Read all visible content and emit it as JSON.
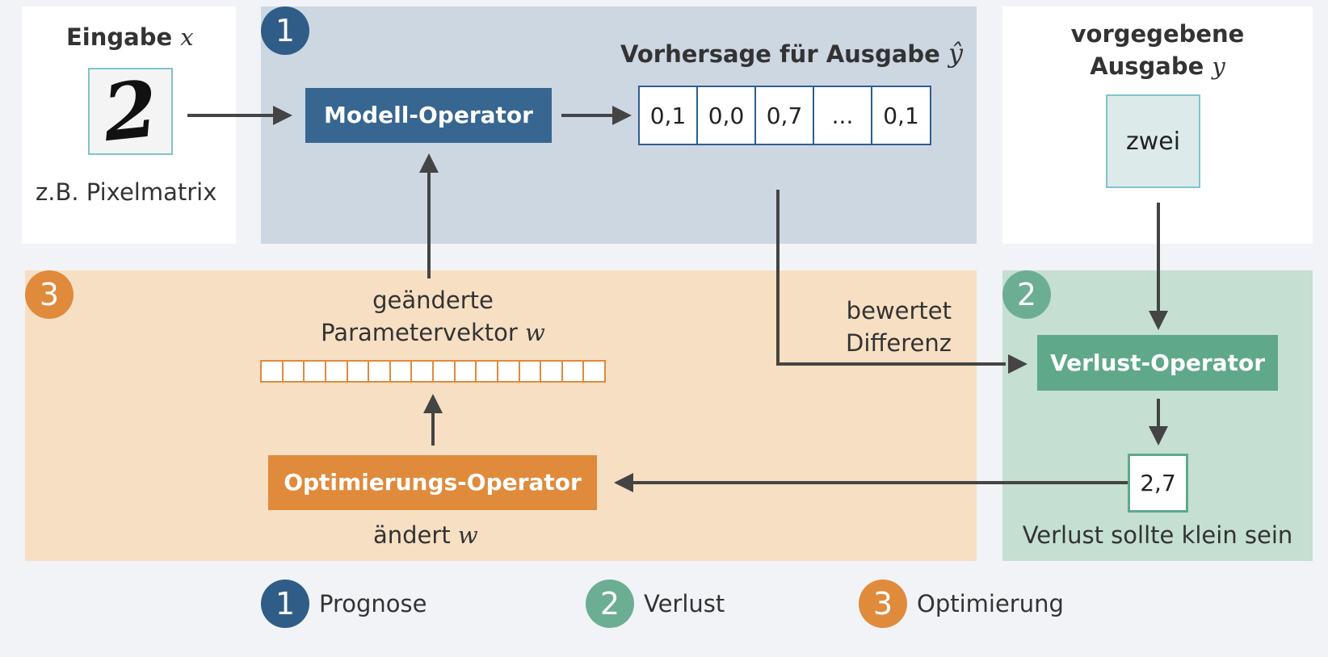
{
  "input": {
    "title": "Eingabe",
    "var": "x",
    "caption": "z.B. Pixelmatrix",
    "digit_glyph": "2"
  },
  "prognose": {
    "badge": "1",
    "title": "Vorhersage für Ausgabe",
    "var": "ŷ",
    "model_operator": "Modell-Operator",
    "prediction": [
      "0,1",
      "0,0",
      "0,7",
      "...",
      "0,1"
    ]
  },
  "target": {
    "title_line1": "vorgegebene",
    "title_line2": "Ausgabe",
    "var": "y",
    "value": "zwei"
  },
  "optimierung": {
    "badge": "3",
    "param_line1": "geänderte",
    "param_line2": "Parametervektor",
    "param_var": "w",
    "param_cells": 16,
    "optimizer": "Optimierungs-Operator",
    "changes_text": "ändert",
    "changes_var": "w"
  },
  "verlust": {
    "badge": "2",
    "diff_line1": "bewertet",
    "diff_line2": "Differenz",
    "loss_operator": "Verlust-Operator",
    "loss_value": "2,7",
    "loss_caption": "Verlust sollte klein sein"
  },
  "legend": [
    {
      "num": "1",
      "label": "Prognose",
      "color": "#2f5d87"
    },
    {
      "num": "2",
      "label": "Verlust",
      "color": "#6cae94"
    },
    {
      "num": "3",
      "label": "Optimierung",
      "color": "#e08a3c"
    }
  ],
  "colors": {
    "blue_dark": "#2f5d87",
    "blue_op": "#376690",
    "blue_panel": "#cdd7e2",
    "orange": "#e08a3c",
    "orange_panel": "#f7dfc3",
    "green": "#5fa88a",
    "green_panel": "#c5dfd2",
    "teal_border": "#7fc3cc",
    "arrow": "#444444"
  }
}
